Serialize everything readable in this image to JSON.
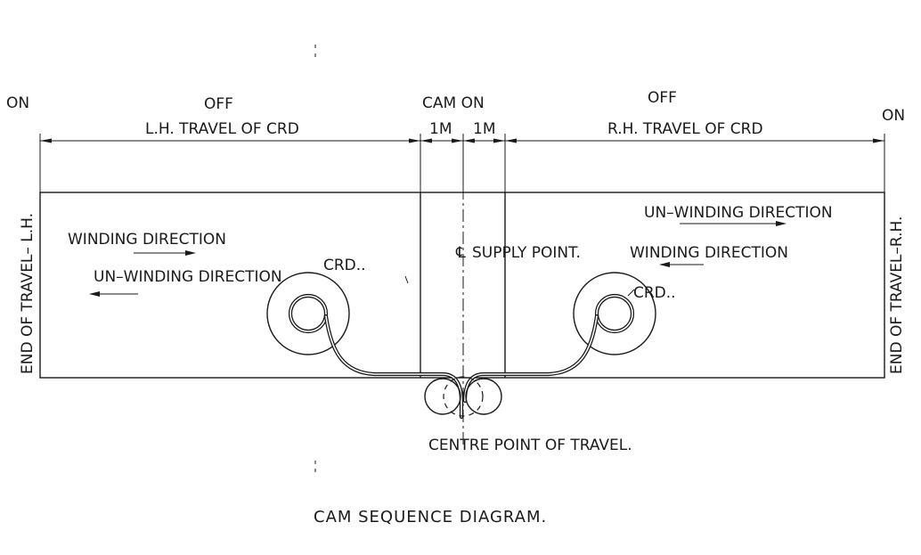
{
  "labels": {
    "on_left": "ON",
    "on_right": "ON",
    "off_left": "OFF",
    "off_right": "OFF",
    "cam_on": "CAM  ON",
    "lh_travel": "L.H.  TRAVEL  OF  CRD",
    "rh_travel": "R.H.  TRAVEL  OF  CRD",
    "dim_1m_left": "1M",
    "dim_1m_right": "1M",
    "end_travel_lh": "END  OF  TRAVEL–  L.H.",
    "end_travel_rh": "END  OF  TRAVEL–R.H.",
    "winding_left": "WINDING  DIRECTION",
    "unwinding_left": "UN–WINDING  DIRECTION",
    "crd_left": "CRD..",
    "supply_point": "SUPPLY    POINT.",
    "supply_cl_symbol": "℄",
    "unwinding_right": "UN–WINDING  DIRECTION",
    "winding_right": "WINDING  DIRECTION",
    "crd_right": "CRD..",
    "centre_point": "CENTRE  POINT  OF  TRAVEL.",
    "title": "CAM  SEQUENCE  DIAGRAM."
  }
}
